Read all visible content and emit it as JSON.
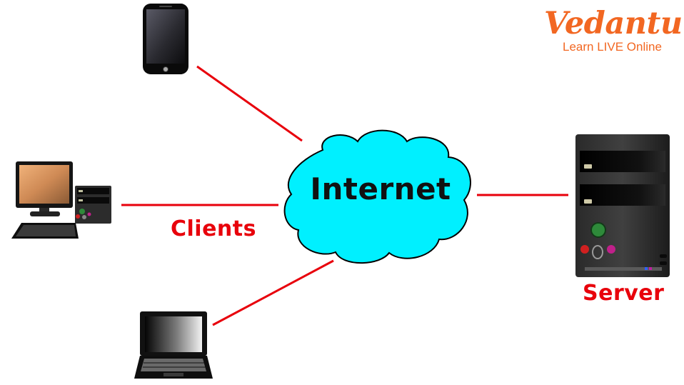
{
  "brand": {
    "name": "Vedantu",
    "tagline": "Learn LIVE Online",
    "color": "#f26722"
  },
  "cloud": {
    "label": "Internet",
    "fill": "#00f0ff"
  },
  "labels": {
    "clients": "Clients",
    "server": "Server"
  },
  "link_color": "#e8000b",
  "devices": [
    {
      "id": "smartphone",
      "icon": "smartphone-icon"
    },
    {
      "id": "desktop",
      "icon": "desktop-computer-icon"
    },
    {
      "id": "laptop",
      "icon": "laptop-icon"
    },
    {
      "id": "server",
      "icon": "server-tower-icon"
    }
  ]
}
